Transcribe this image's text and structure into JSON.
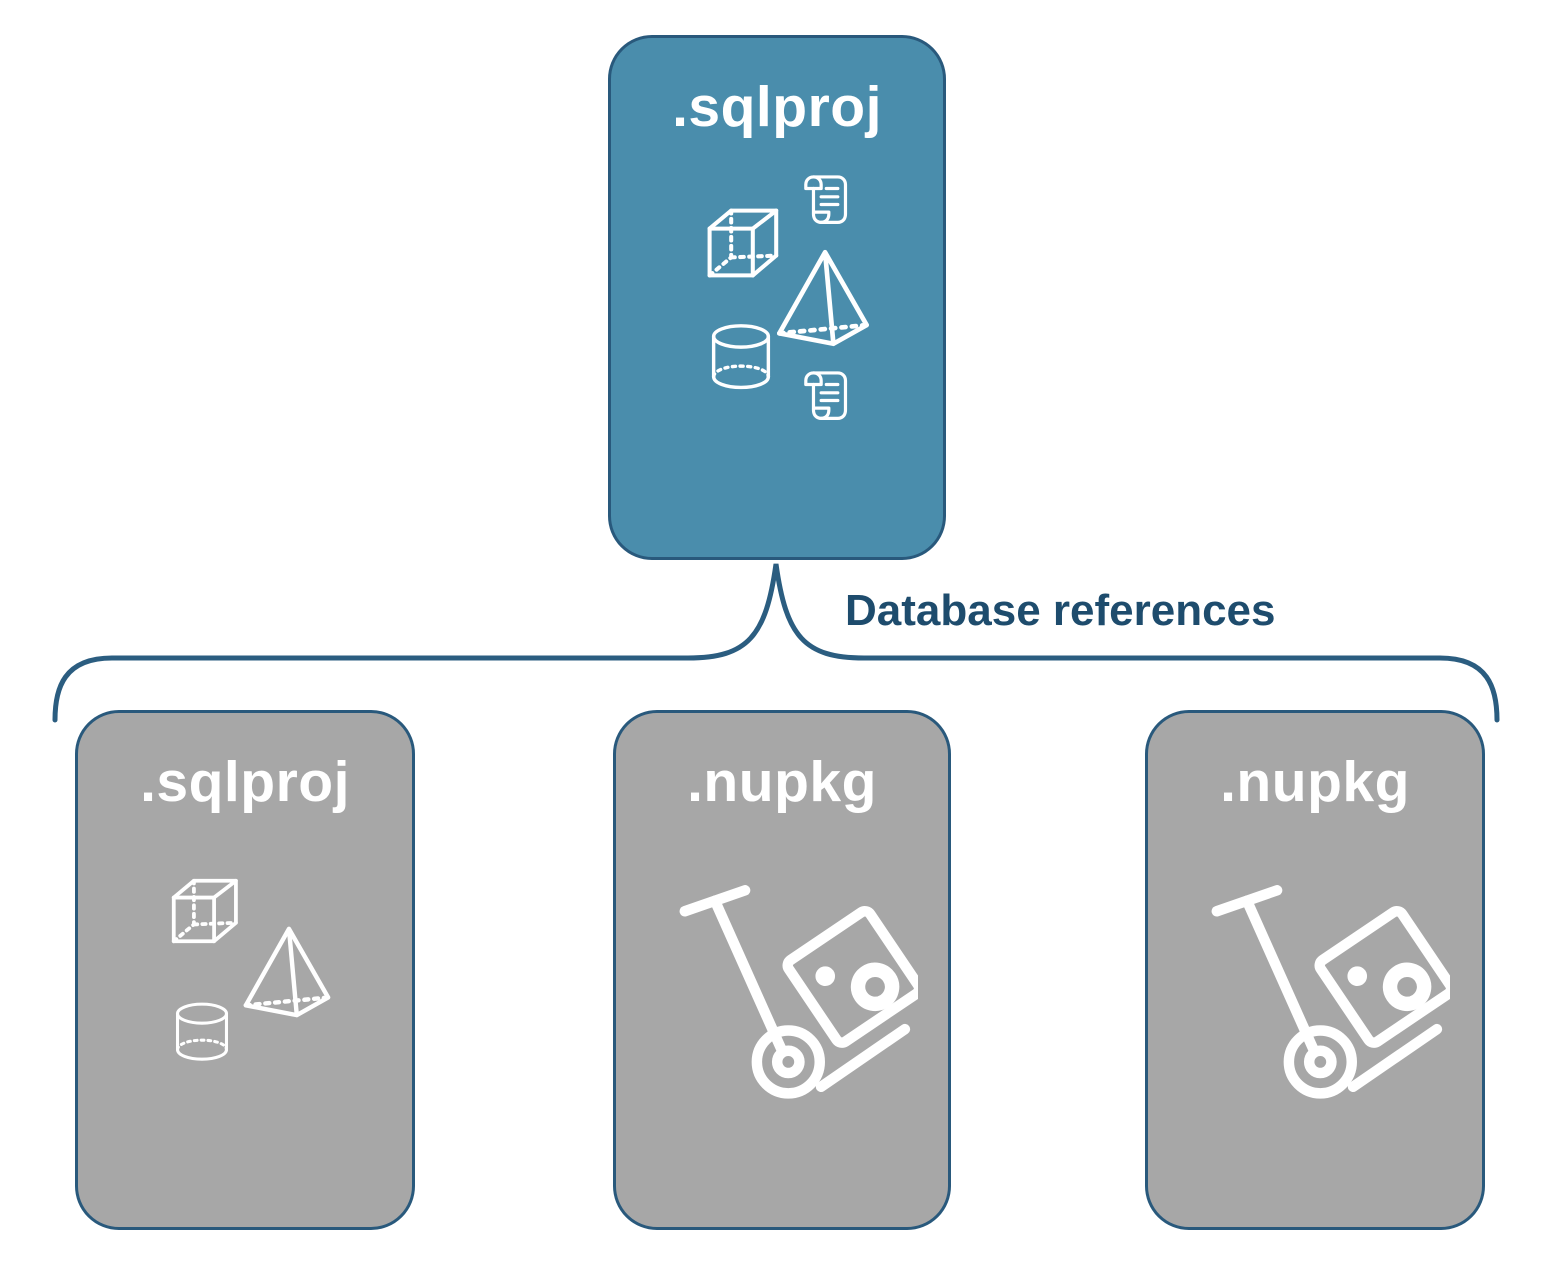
{
  "diagram": {
    "root": {
      "label": ".sqlproj",
      "icons": [
        "script-icon",
        "cube-icon",
        "pyramid-icon",
        "cylinder-icon",
        "script-icon"
      ]
    },
    "connector": {
      "label": "Database references"
    },
    "children": [
      {
        "label": ".sqlproj",
        "icons": [
          "cube-icon",
          "pyramid-icon",
          "cylinder-icon"
        ]
      },
      {
        "label": ".nupkg",
        "icons": [
          "package-dolly-icon"
        ]
      },
      {
        "label": ".nupkg",
        "icons": [
          "package-dolly-icon"
        ]
      }
    ],
    "colors": {
      "root_fill": "#4a8dac",
      "child_fill": "#a7a7a7",
      "node_outline": "#29597c",
      "connector_line": "#2b5d80",
      "connector_label_text": "#1e4c6d",
      "icon_color": "#ffffff",
      "node_label_text": "#ffffff",
      "background": "#ffffff"
    }
  }
}
